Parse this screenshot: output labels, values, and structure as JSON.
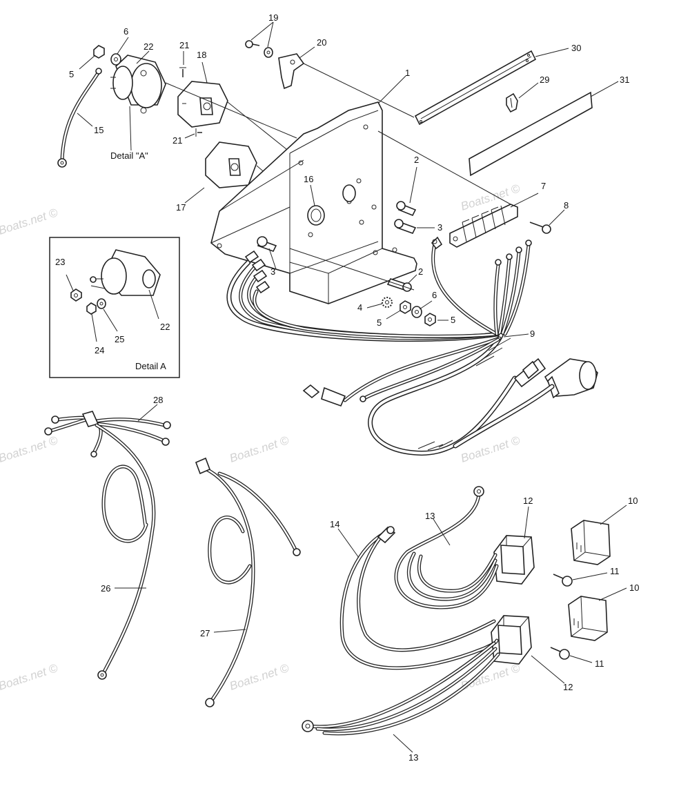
{
  "watermark": "Boats.net ©",
  "detail_a": {
    "title": "Detail A",
    "ref_label": "Detail \"A\""
  },
  "callouts": {
    "c1": "1",
    "c2a": "2",
    "c2b": "2",
    "c3a": "3",
    "c3b": "3",
    "c4": "4",
    "c5a": "5",
    "c5b": "5",
    "c5c": "5",
    "c6a": "6",
    "c6b": "6",
    "c7": "7",
    "c8": "8",
    "c9": "9",
    "c10a": "10",
    "c10b": "10",
    "c11a": "11",
    "c11b": "11",
    "c12a": "12",
    "c12b": "12",
    "c13a": "13",
    "c13b": "13",
    "c14": "14",
    "c15": "15",
    "c16": "16",
    "c17": "17",
    "c18": "18",
    "c19": "19",
    "c20": "20",
    "c21a": "21",
    "c21b": "21",
    "c22a": "22",
    "c22b": "22",
    "c23": "23",
    "c24": "24",
    "c25": "25",
    "c26": "26",
    "c27": "27",
    "c28": "28",
    "c29": "29",
    "c30": "30",
    "c31": "31"
  }
}
